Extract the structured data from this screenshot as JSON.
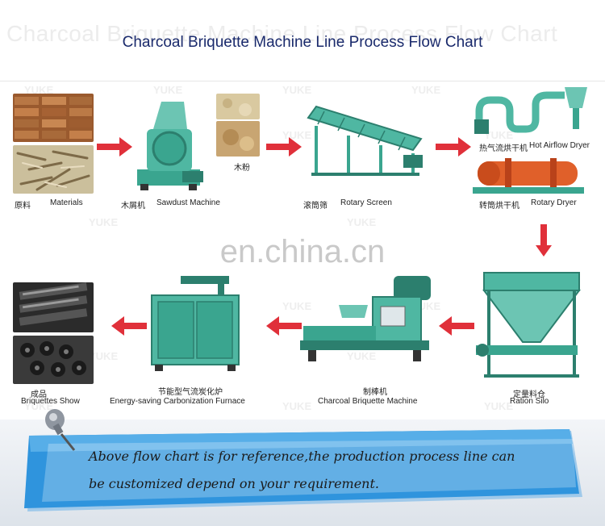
{
  "header": {
    "ghost_title": "Charcoal Briquette Machine Line Process Flow Chart",
    "title": "Charcoal Briquette Machine Line Process Flow Chart"
  },
  "watermark": {
    "brand": "YUKE",
    "center": "en.china.cn"
  },
  "row1": {
    "materials": {
      "cn": "原料",
      "en": "Materials"
    },
    "sawdust_machine": {
      "cn": "木屑机",
      "en": "Sawdust Machine"
    },
    "sawdust": {
      "cn": "木粉"
    },
    "rotary_screen": {
      "cn": "滚筒筛",
      "en": "Rotary Screen"
    },
    "hot_airflow_dryer": {
      "cn": "热气流烘干机",
      "en": "Hot Airflow Dryer"
    },
    "rotary_dryer": {
      "cn": "转筒烘干机",
      "en": "Rotary Dryer"
    }
  },
  "row2": {
    "briquettes_show": {
      "cn": "成品",
      "en": "Briquettes Show"
    },
    "carbonization_furnace": {
      "cn": "节能型气流炭化炉",
      "en": "Energy-saving Carbonization Furnace"
    },
    "briquette_machine": {
      "cn": "制棒机",
      "en": "Charcoal Briquette Machine"
    },
    "ration_silo": {
      "cn": "定量料仓",
      "en": "Ration Silo"
    }
  },
  "note": {
    "line1": "Above flow chart is for reference,the production process line can",
    "line2": "be customized depend on your requirement."
  },
  "colors": {
    "arrow": "#e0303a",
    "machine_teal": "#3aa58f",
    "banner_blue": "#2a8fd8",
    "title": "#1a2a6c"
  }
}
